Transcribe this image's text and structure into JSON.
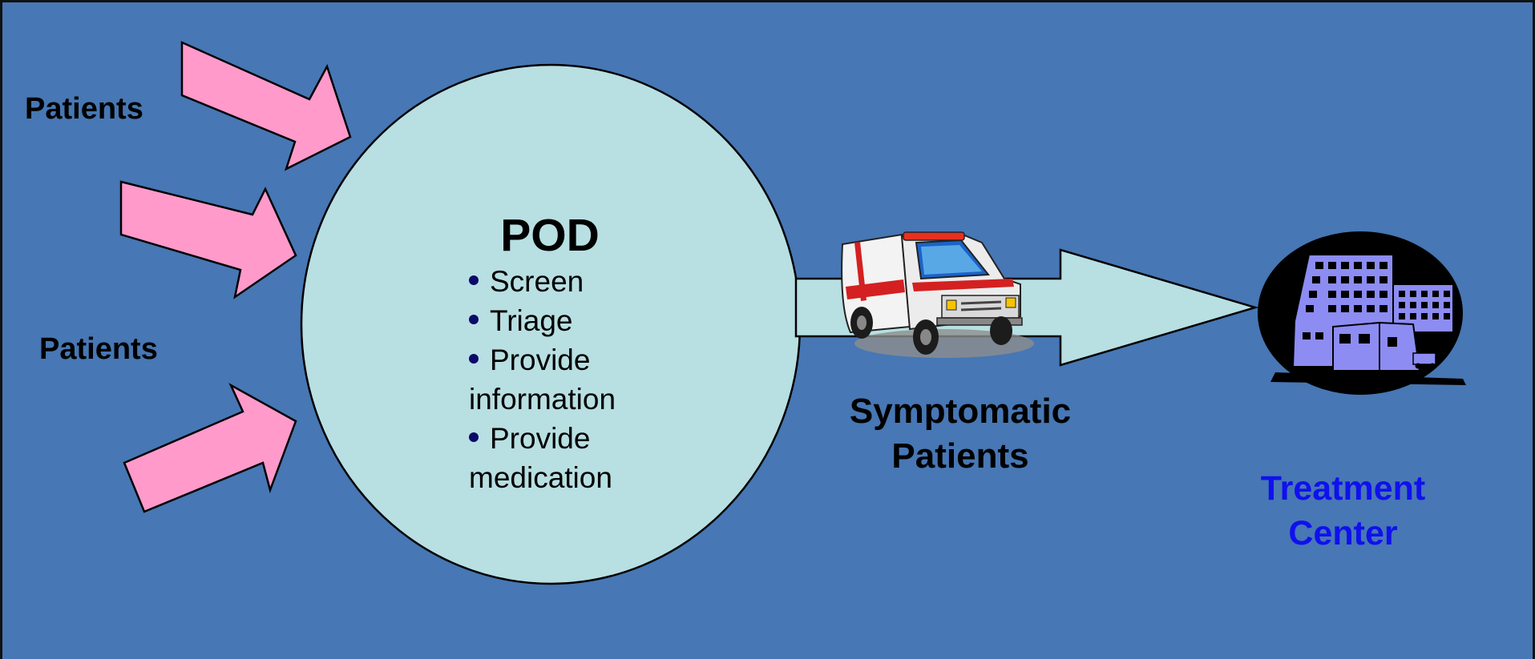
{
  "diagram": {
    "patients_labels": [
      "Patients",
      "Patients"
    ],
    "pod": {
      "title": "POD",
      "items": [
        {
          "line1": "Screen"
        },
        {
          "line1": "Triage"
        },
        {
          "line1": "Provide",
          "line2": "information"
        },
        {
          "line1": "Provide",
          "line2": "medication"
        }
      ]
    },
    "symptomatic": {
      "line1": "Symptomatic",
      "line2": "Patients"
    },
    "treatment": {
      "line1": "Treatment",
      "line2": "Center"
    },
    "icons": [
      "ambulance-icon",
      "hospital-icon"
    ],
    "colors": {
      "background": "#4777b4",
      "pod_circle": "#b8dfe2",
      "patient_arrows": "#ff9acb",
      "flow_arrow": "#b8dfe2",
      "treatment_text": "#1010ee",
      "hospital": "#8c8cf2"
    }
  }
}
